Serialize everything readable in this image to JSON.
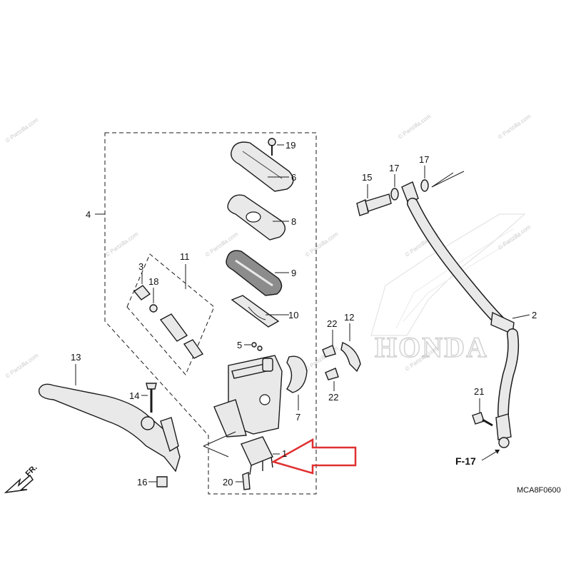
{
  "diagram": {
    "part_code": "MCA8F0600",
    "section_ref": "F-17",
    "direction_label": "FR.",
    "brand_mark": "HONDA",
    "watermark_text": "© Partzilla.com",
    "arrow_color": "#e03030",
    "callouts": [
      {
        "id": "1",
        "label": "1"
      },
      {
        "id": "2",
        "label": "2"
      },
      {
        "id": "3",
        "label": "3"
      },
      {
        "id": "4",
        "label": "4"
      },
      {
        "id": "5",
        "label": "5"
      },
      {
        "id": "6",
        "label": "6"
      },
      {
        "id": "7",
        "label": "7"
      },
      {
        "id": "8",
        "label": "8"
      },
      {
        "id": "9",
        "label": "9"
      },
      {
        "id": "10",
        "label": "10"
      },
      {
        "id": "11",
        "label": "11"
      },
      {
        "id": "12",
        "label": "12"
      },
      {
        "id": "13",
        "label": "13"
      },
      {
        "id": "14",
        "label": "14"
      },
      {
        "id": "15",
        "label": "15"
      },
      {
        "id": "16",
        "label": "16"
      },
      {
        "id": "17a",
        "label": "17"
      },
      {
        "id": "17b",
        "label": "17"
      },
      {
        "id": "18",
        "label": "18"
      },
      {
        "id": "19",
        "label": "19"
      },
      {
        "id": "20",
        "label": "20"
      },
      {
        "id": "21",
        "label": "21"
      },
      {
        "id": "22a",
        "label": "22"
      },
      {
        "id": "22b",
        "label": "22"
      }
    ]
  }
}
